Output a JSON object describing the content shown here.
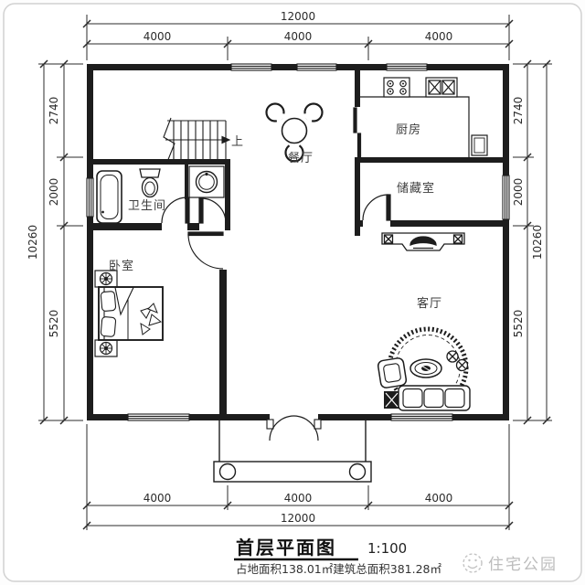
{
  "floor_plan": {
    "title": "首层平面图",
    "scale": "1:100",
    "area_note": "占地面积138.01㎡建筑总面积381.28㎡",
    "watermark": "住宅公园",
    "stairs_up": "上",
    "rooms": {
      "dining": "餐厅",
      "kitchen": "厨房",
      "storage": "储藏室",
      "bathroom": "卫生间",
      "bedroom": "卧室",
      "living": "客厅"
    },
    "dimensions": {
      "top": {
        "total": "12000",
        "segments": [
          "4000",
          "4000",
          "4000"
        ]
      },
      "bottom": {
        "total": "12000",
        "segments": [
          "4000",
          "4000",
          "4000"
        ]
      },
      "left": {
        "total": "10260",
        "segments": [
          "2740",
          "2000",
          "5520"
        ]
      },
      "right": {
        "total": "10260",
        "segments": [
          "2740",
          "2000",
          "5520"
        ]
      }
    },
    "colors": {
      "ink": "#1d1d1d",
      "dimension": "#2b2b2b",
      "watermark": "#bcbcbc"
    }
  }
}
